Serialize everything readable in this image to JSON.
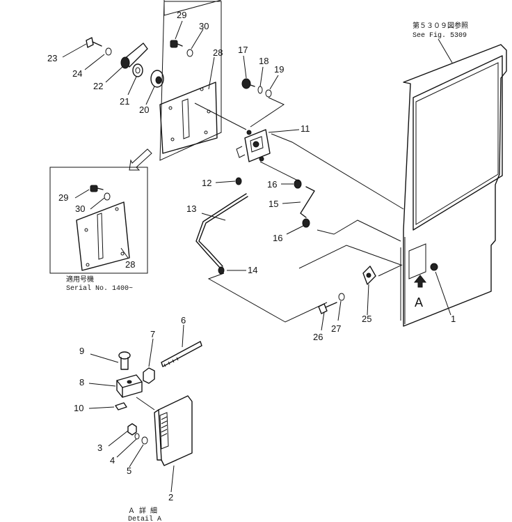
{
  "notes": {
    "see_fig_jp": "第５３０９図参照",
    "see_fig_en": "See Fig. 5309",
    "serial_jp": "適用号機",
    "serial_en": "Serial No. 1400~",
    "detail_jp": "Ａ 詳 細",
    "detail_en": "Detail A",
    "view_arrow": "A"
  },
  "callouts": {
    "c1": "1",
    "c2": "2",
    "c3": "3",
    "c4": "4",
    "c5": "5",
    "c6": "6",
    "c7": "7",
    "c8": "8",
    "c9": "9",
    "c10": "10",
    "c11": "11",
    "c12": "12",
    "c13": "13",
    "c14": "14",
    "c15": "15",
    "c16a": "16",
    "c16b": "16",
    "c17": "17",
    "c18": "18",
    "c19": "19",
    "c20": "20",
    "c21": "21",
    "c22": "22",
    "c23": "23",
    "c24": "24",
    "c25": "25",
    "c26": "26",
    "c27": "27",
    "c28a": "28",
    "c28b": "28",
    "c29a": "29",
    "c29b": "29",
    "c30a": "30",
    "c30b": "30"
  }
}
